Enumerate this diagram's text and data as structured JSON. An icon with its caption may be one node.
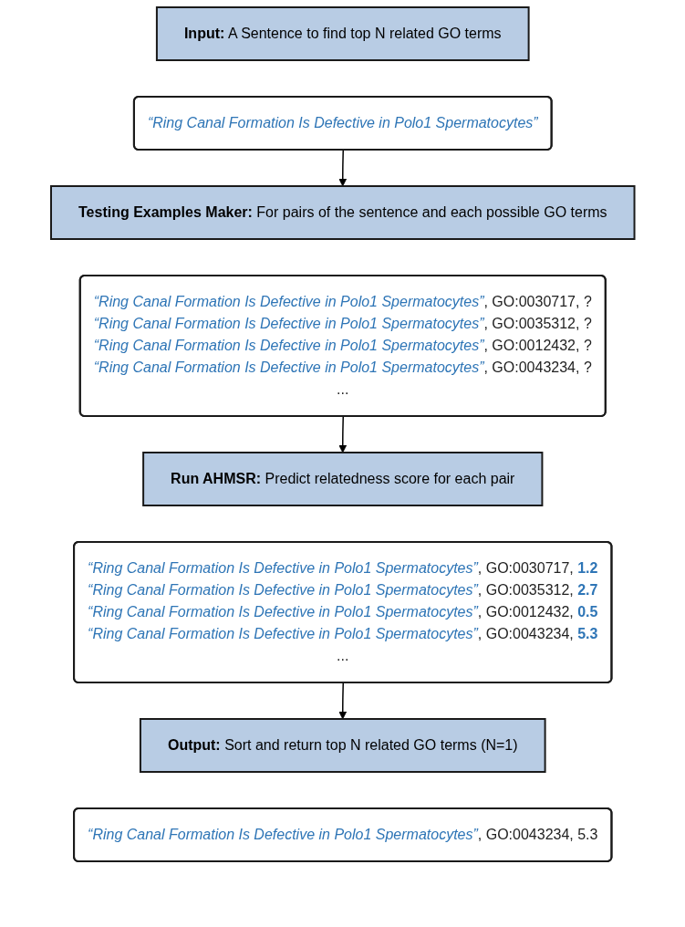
{
  "diagram": {
    "nodes": [
      {
        "text": [
          "**Input:** A Sentence to find top N related GO terms"
        ]
      },
      {
        "text": [
          "*“Ring Canal Formation Is Defective in Polo1 Spermatocytes”*"
        ]
      },
      {
        "text": [
          "**Testing Examples Maker:** For pairs of the sentence and each possible GO terms"
        ]
      },
      {
        "text": [
          "*“Ring Canal Formation Is Defective in Polo1 Spermatocytes”*, GO:0030717, ?",
          "*“Ring Canal Formation Is Defective in Polo1 Spermatocytes”*, GO:0035312, ?",
          "*“Ring Canal Formation Is Defective in Polo1 Spermatocytes”*, GO:0012432, ?",
          "*“Ring Canal Formation Is Defective in Polo1 Spermatocytes”*, GO:0043234, ?",
          "..."
        ]
      },
      {
        "text": [
          "**Run AHMSR:** Predict relatedness score for each pair"
        ]
      },
      {
        "text": [
          "*“Ring Canal Formation Is Defective in Polo1 Spermatocytes”*, GO:0030717, **1.2**",
          "*“Ring Canal Formation Is Defective in Polo1 Spermatocytes”*, GO:0035312, **2.7**",
          "*“Ring Canal Formation Is Defective in Polo1 Spermatocytes”*, GO:0012432, **0.5**",
          "*“Ring Canal Formation Is Defective in Polo1 Spermatocytes”*, GO:0043234, **5.3**",
          "..."
        ]
      },
      {
        "text": [
          "**Output:** Sort and return top N related GO terms (N=1)"
        ]
      },
      {
        "text": [
          "*“Ring Canal Formation Is Defective in Polo1 Spermatocytes”*, GO:0043234, 5.3"
        ]
      }
    ],
    "edges": [
      {
        "from": 1,
        "to": 2,
        "arrow": "to"
      },
      {
        "from": 3,
        "to": 4,
        "arrow": "to"
      },
      {
        "from": 5,
        "to": 6,
        "arrow": "to"
      }
    ]
  }
}
